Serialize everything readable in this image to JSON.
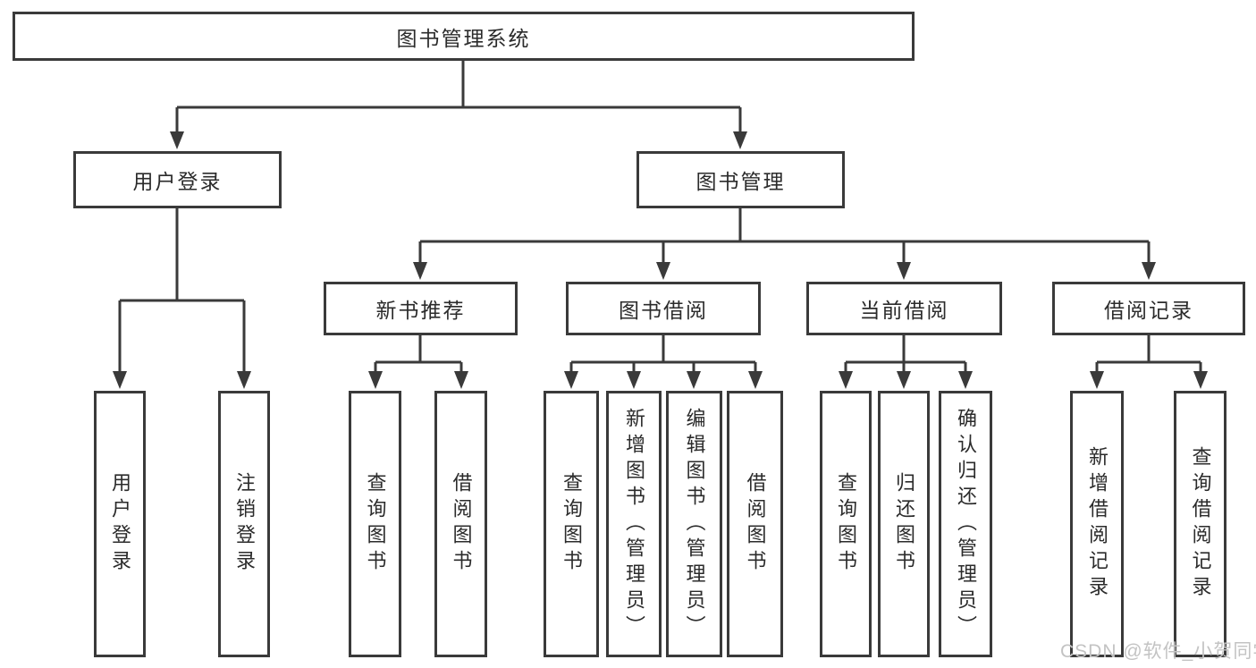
{
  "diagram": {
    "root": {
      "label": "图书管理系统"
    },
    "level2": [
      {
        "label": "用户登录"
      },
      {
        "label": "图书管理"
      }
    ],
    "level3": [
      {
        "label": "新书推荐"
      },
      {
        "label": "图书借阅"
      },
      {
        "label": "当前借阅"
      },
      {
        "label": "借阅记录"
      }
    ],
    "leaves": {
      "user_login": [
        "用户登录",
        "注销登录"
      ],
      "new_books": [
        "查询图书",
        "借阅图书"
      ],
      "book_borrow": [
        "查询图书",
        "新增图书（管理员）",
        "编辑图书（管理员）",
        "借阅图书"
      ],
      "current_borrow": [
        "查询图书",
        "归还图书",
        "确认归还（管理员）"
      ],
      "borrow_records": [
        "新增借阅记录",
        "查询借阅记录"
      ]
    }
  },
  "watermark": {
    "text": "CSDN @软件_小贺同学"
  },
  "colors": {
    "line": "#3a3a3a",
    "text": "#2b2b2b",
    "watermark": "#c3c3c3",
    "background": "#ffffff"
  }
}
